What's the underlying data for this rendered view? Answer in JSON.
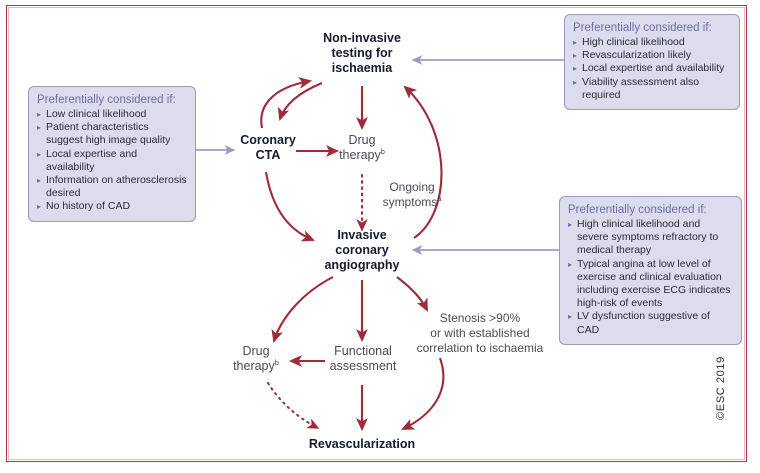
{
  "figure": {
    "copyright": "©ESC 2019",
    "colors": {
      "frame_outer": "#a33a46",
      "frame_inner": "#e8b6bd",
      "box_fill": "#dcdcec",
      "box_border": "#9b9bc4",
      "box_title_text": "#6d6da8",
      "box_body_text": "#2b2b33",
      "flow_arrow": "#a02a38",
      "condition_arrow": "#9b9bc4",
      "primary_node_text": "#161a2e",
      "secondary_node_text": "#4b4b55"
    }
  },
  "nodes": {
    "non_invasive_testing": "Non-invasive\ntesting for\nischaemia",
    "non_invasive_testing_lines": [
      "Non-invasive",
      "testing for",
      "ischaemia"
    ],
    "coronary_cta_lines": [
      "Coronary",
      "CTA"
    ],
    "drug_therapy_top_lines": [
      "Drug",
      "therapy"
    ],
    "drug_therapy_top_sup": "b",
    "ongoing_symptoms_lines": [
      "Ongoing",
      "symptoms"
    ],
    "ongoing_symptoms_sup": "a",
    "invasive_angiography_lines": [
      "Invasive",
      "coronary",
      "angiography"
    ],
    "functional_assessment_lines": [
      "Functional",
      "assessment"
    ],
    "drug_therapy_bottom_lines": [
      "Drug",
      "therapy"
    ],
    "drug_therapy_bottom_sup": "b",
    "stenosis_lines": [
      "Stenosis >90%",
      "or with established",
      "correlation to ischaemia"
    ],
    "revascularization": "Revascularization"
  },
  "condition_boxes": {
    "left": {
      "title": "Preferentially considered if:",
      "items": [
        "Low clinical likelihood",
        "Patient characteristics suggest high image quality",
        "Local expertise and availability",
        "Information on atherosclerosis desired",
        "No history of CAD"
      ]
    },
    "top_right": {
      "title": "Preferentially considered if:",
      "items": [
        "High clinical likelihood",
        "Revascularization likely",
        "Local expertise and  availability",
        "Viability assessment also required"
      ]
    },
    "bottom_right": {
      "title": "Preferentially considered if:",
      "items": [
        "High clinical likelihood and severe symptoms refractory to medical therapy",
        "Typical angina at low level of exercise and clinical evaluation including exercise ECG indicates high-risk of events",
        "LV dysfunction suggestive of CAD"
      ]
    }
  }
}
